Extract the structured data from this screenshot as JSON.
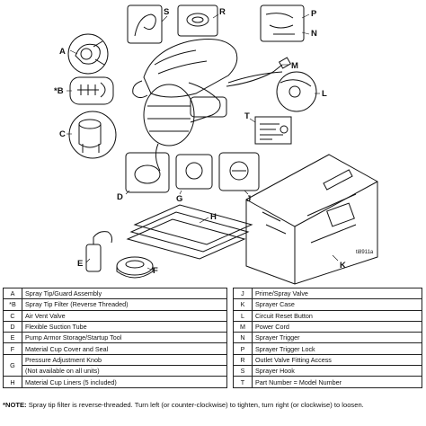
{
  "callouts": {
    "A": "A",
    "B": "*B",
    "C": "C",
    "D": "D",
    "E": "E",
    "F": "F",
    "G": "G",
    "H": "H",
    "J": "J",
    "K": "K",
    "L": "L",
    "M": "M",
    "N": "N",
    "P": "P",
    "R": "R",
    "S": "S",
    "T": "T"
  },
  "figure_id": "ti8911a",
  "parts_left": [
    {
      "key": "A",
      "desc": "Spray Tip/Guard Assembly"
    },
    {
      "key": "*B",
      "desc": "Spray Tip Filter (Reverse Threaded)"
    },
    {
      "key": "C",
      "desc": "Air Vent Valve"
    },
    {
      "key": "D",
      "desc": "Flexible Suction Tube"
    },
    {
      "key": "E",
      "desc": "Pump Armor Storage/Startup Tool"
    },
    {
      "key": "F",
      "desc": "Material Cup Cover and Seal"
    },
    {
      "key": "G",
      "desc": "Pressure Adjustment Knob",
      "desc2": "(Not available on all units)"
    },
    {
      "key": "H",
      "desc": "Material Cup Liners (5 included)"
    }
  ],
  "parts_right": [
    {
      "key": "J",
      "desc": "Prime/Spray Valve"
    },
    {
      "key": "K",
      "desc": "Sprayer Case"
    },
    {
      "key": "L",
      "desc": "Circuit Reset Button"
    },
    {
      "key": "M",
      "desc": "Power Cord"
    },
    {
      "key": "N",
      "desc": "Sprayer Trigger"
    },
    {
      "key": "P",
      "desc": "Sprayer Trigger Lock"
    },
    {
      "key": "R",
      "desc": "Outlet Valve Fitting Access"
    },
    {
      "key": "S",
      "desc": "Sprayer Hook"
    },
    {
      "key": "T",
      "desc": "Part Number = Model Number"
    }
  ],
  "note": {
    "label": "*NOTE:",
    "text": " Spray tip filter is reverse-threaded. Turn left (or counter-clockwise) to tighten, turn right (or clockwise) to loosen."
  }
}
